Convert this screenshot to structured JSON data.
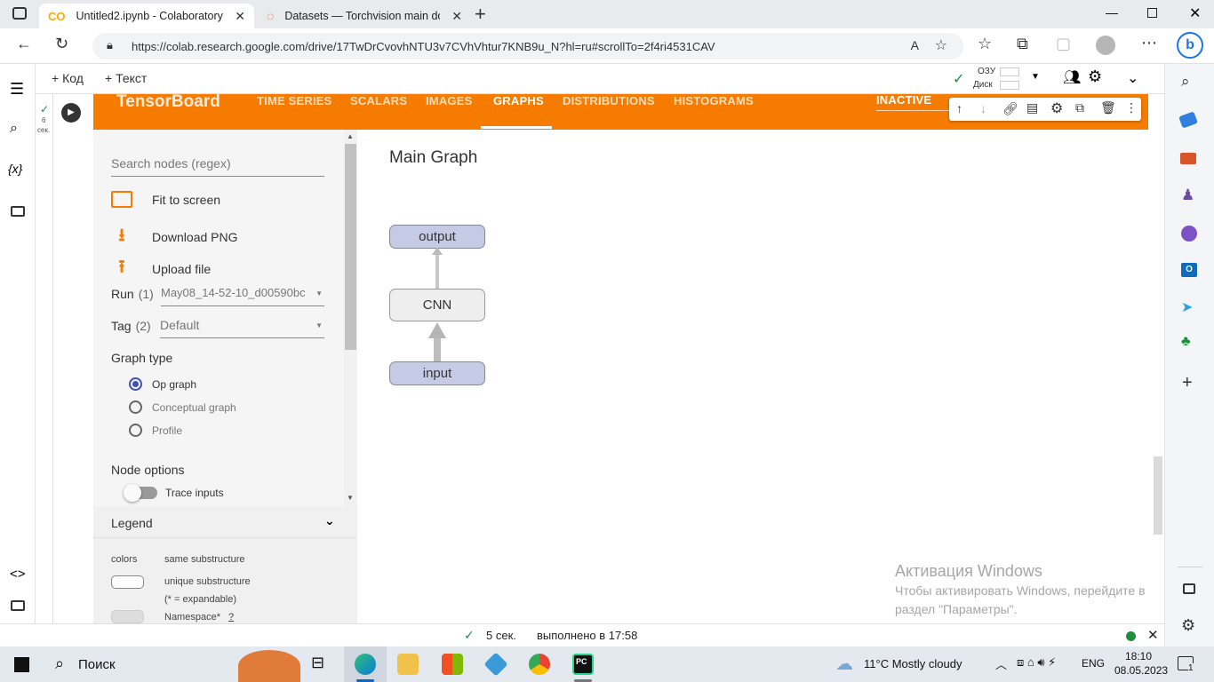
{
  "browser": {
    "tabs": [
      {
        "title": "Untitled2.ipynb - Colaboratory",
        "active": true
      },
      {
        "title": "Datasets — Torchvision main doc",
        "active": false
      }
    ],
    "url": "https://colab.research.google.com/drive/17TwDrCvovhNTU3v7CVhVhtur7KNB9u_N?hl=ru#scrollTo=2f4ri4531CAV"
  },
  "colab": {
    "add_code": "+ Код",
    "add_text": "+ Текст",
    "ram_label": "ОЗУ",
    "disk_label": "Диск",
    "cell_time_value": "6",
    "cell_time_unit": "сек.",
    "status": {
      "duration": "5 сек.",
      "completed": "выполнено в 17:58"
    }
  },
  "tensorboard": {
    "brand": "TensorBoard",
    "tabs": [
      "TIME SERIES",
      "SCALARS",
      "IMAGES",
      "GRAPHS",
      "DISTRIBUTIONS",
      "HISTOGRAMS"
    ],
    "active_tab": "GRAPHS",
    "status": "INACTIVE",
    "search_placeholder": "Search nodes (regex)",
    "actions": {
      "fit": "Fit to screen",
      "download": "Download PNG",
      "upload": "Upload file"
    },
    "run_label": "Run",
    "run_count": "(1)",
    "run_value": "May08_14-52-10_d00590bc",
    "tag_label": "Tag",
    "tag_count": "(2)",
    "tag_value": "Default",
    "graph_type_title": "Graph type",
    "graph_types": [
      "Op graph",
      "Conceptual graph",
      "Profile"
    ],
    "node_options_title": "Node options",
    "trace_inputs": "Trace inputs",
    "legend": {
      "title": "Legend",
      "colors": "colors",
      "same": "same substructure",
      "unique": "unique substructure",
      "expandable": "(* = expandable)",
      "namespace": "Namespace*",
      "help": "?"
    },
    "graph_title": "Main Graph",
    "nodes": {
      "output": "output",
      "cnn": "CNN",
      "input": "input"
    }
  },
  "windows_activation": {
    "title": "Активация Windows",
    "line1": "Чтобы активировать Windows, перейдите в",
    "line2": "раздел \"Параметры\"."
  },
  "taskbar": {
    "search": "Поиск",
    "weather": "11°C  Mostly cloudy",
    "lang": "ENG",
    "time": "18:10",
    "date": "08.05.2023",
    "notif": "1"
  },
  "colors": {
    "tb_orange": "#f57c00",
    "node_blue": "#c5cbe5",
    "node_gray": "#eeeeee"
  }
}
